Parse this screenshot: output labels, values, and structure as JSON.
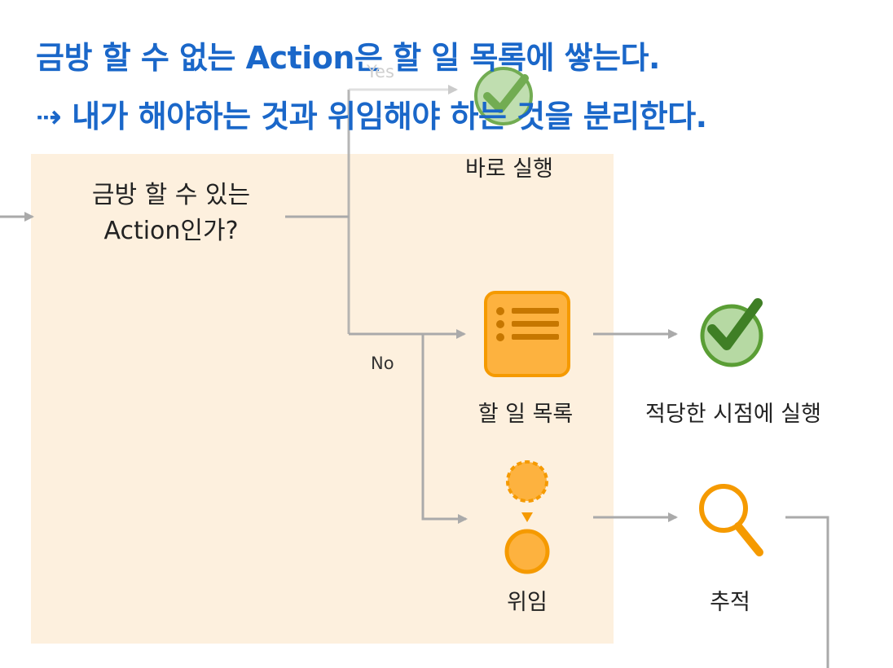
{
  "headline": {
    "line1": "금방 할 수 없는 Action은 할 일 목록에 쌓는다.",
    "line2": "⇢ 내가 해야하는 것과 위임해야 하는 것을 분리한다."
  },
  "decision": {
    "line1": "금방 할 수 있는",
    "line2": "Action인가?"
  },
  "branches": {
    "yes": "Yes",
    "no": "No"
  },
  "nodes": {
    "do_now": "바로 실행",
    "todo_list": "할 일 목록",
    "do_later": "적당한 시점에 실행",
    "delegate": "위임",
    "track": "추적"
  },
  "icons": {
    "do_now": "check-circle-icon",
    "todo_list": "list-icon",
    "do_later": "check-circle-icon",
    "delegate": "delegate-icon",
    "track": "magnifier-icon"
  },
  "colors": {
    "headline": "#1a67c9",
    "panel": "#fdf0de",
    "orange": "#f7a21b",
    "orange_light": "#fdb23f",
    "green": "#5a9e35",
    "green_light": "#b6d9a3",
    "arrow": "#aaaaaa"
  }
}
